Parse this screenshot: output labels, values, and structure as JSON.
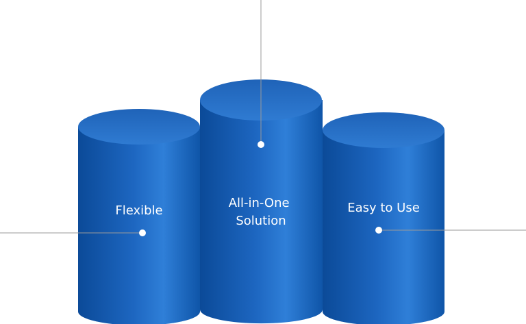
{
  "colors": {
    "cylinder_body_dark": "#0b4a98",
    "cylinder_body_light": "#2f7fd8",
    "cylinder_top": "#2a73c8",
    "connector_line": "#9a9a9a",
    "label_text": "#ffffff",
    "background": "#ffffff"
  },
  "pillars": [
    {
      "label_lines": [
        "Flexible"
      ]
    },
    {
      "label_lines": [
        "All-in-One",
        "Solution"
      ]
    },
    {
      "label_lines": [
        "Easy to Use"
      ]
    }
  ]
}
